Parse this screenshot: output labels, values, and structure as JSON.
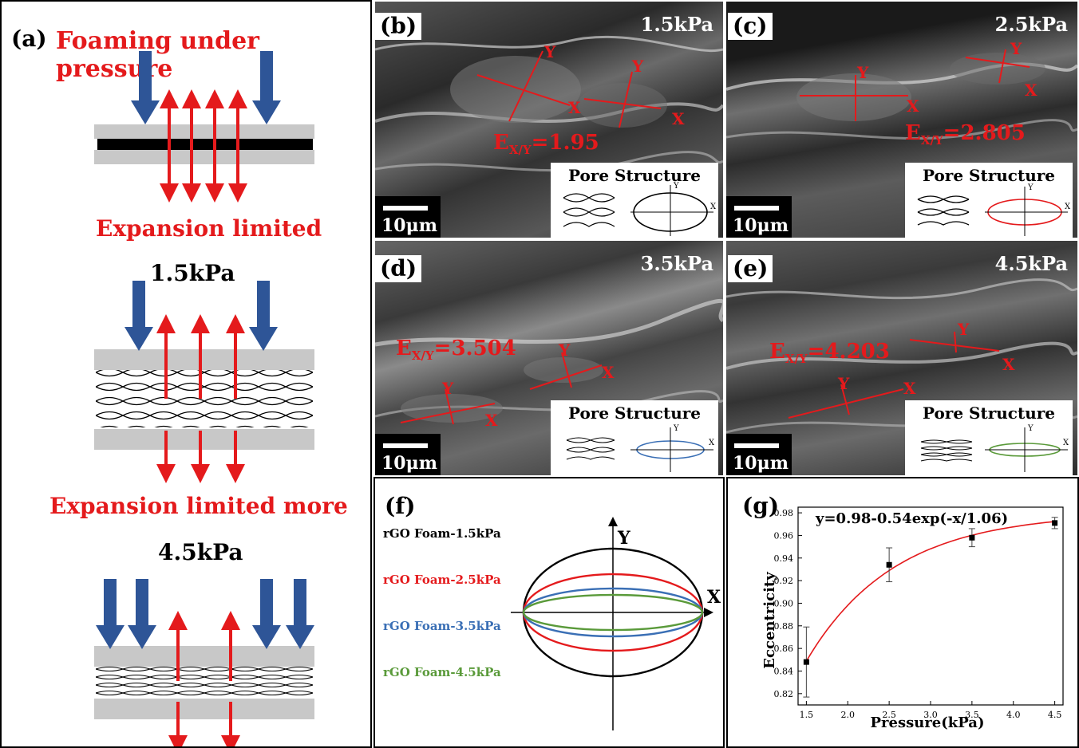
{
  "panel_a": {
    "label": "(a)",
    "title": "Foaming under pressure",
    "limited": "Expansion limited",
    "p1": "1.5kPa",
    "limited_more": "Expansion limited more",
    "p2": "4.5kPa"
  },
  "sem": [
    {
      "label": "(b)",
      "pressure": "1.5kPa",
      "ratio_prefix": "E",
      "ratio_sub": "X/Y",
      "ratio_value": "=1.95",
      "scale": "10μm",
      "inset_title": "Pore Structure"
    },
    {
      "label": "(c)",
      "pressure": "2.5kPa",
      "ratio_prefix": "E",
      "ratio_sub": "X/Y",
      "ratio_value": "=2.805",
      "scale": "10μm",
      "inset_title": "Pore Structure"
    },
    {
      "label": "(d)",
      "pressure": "3.5kPa",
      "ratio_prefix": "E",
      "ratio_sub": "X/Y",
      "ratio_value": "=3.504",
      "scale": "10μm",
      "inset_title": "Pore Structure"
    },
    {
      "label": "(e)",
      "pressure": "4.5kPa",
      "ratio_prefix": "E",
      "ratio_sub": "X/Y",
      "ratio_value": "=4.203",
      "scale": "10μm",
      "inset_title": "Pore Structure"
    }
  ],
  "axis_letters": {
    "x": "X",
    "y": "Y"
  },
  "panel_f": {
    "label": "(f)",
    "legend": [
      {
        "name": "rGO Foam-1.5kPa",
        "color": "#000000"
      },
      {
        "name": "rGO Foam-2.5kPa",
        "color": "#e41a1c"
      },
      {
        "name": "rGO Foam-3.5kPa",
        "color": "#3a6fb5"
      },
      {
        "name": "rGO Foam-4.5kPa",
        "color": "#5a9a3a"
      }
    ],
    "x": "X",
    "y": "Y"
  },
  "colors": {
    "accent": "#e41a1c",
    "arrow_blue": "#2e5597",
    "plate": "#c8c8c8"
  },
  "chart_data": {
    "type": "scatter",
    "label": "(g)",
    "equation": "y=0.98-0.54exp(-x/1.06)",
    "xlabel": "Pressure(kPa)",
    "ylabel": "Eccentricity",
    "xlim": [
      1.4,
      4.6
    ],
    "ylim": [
      0.81,
      0.985
    ],
    "xticks": [
      "1.5",
      "2.0",
      "2.5",
      "3.0",
      "3.5",
      "4.0",
      "4.5"
    ],
    "yticks": [
      "0.82",
      "0.84",
      "0.86",
      "0.88",
      "0.90",
      "0.92",
      "0.94",
      "0.96",
      "0.98"
    ],
    "x": [
      1.5,
      2.5,
      3.5,
      4.5
    ],
    "y": [
      0.848,
      0.934,
      0.958,
      0.971
    ],
    "yerr": [
      0.031,
      0.015,
      0.008,
      0.005
    ],
    "fit": {
      "a": 0.98,
      "b": 0.54,
      "c": 1.06,
      "color": "#e41a1c"
    }
  }
}
